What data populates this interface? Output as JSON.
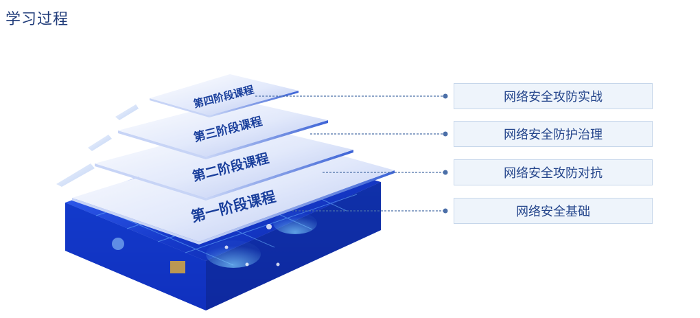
{
  "page": {
    "title": "学习过程"
  },
  "stages": [
    {
      "layer_label": "第四阶段课程",
      "description": "网络安全攻防实战"
    },
    {
      "layer_label": "第三阶段课程",
      "description": "网络安全防护治理"
    },
    {
      "layer_label": "第二阶段课程",
      "description": "网络安全攻防对抗"
    },
    {
      "layer_label": "第一阶段课程",
      "description": "网络安全基础"
    }
  ],
  "colors": {
    "title": "#1e3a78",
    "connector": "#4b6fa8",
    "box_fill": "#eef4fb",
    "box_border": "#c6d6ea",
    "box_text": "#25468c",
    "layer_text": "#1a3f9c",
    "base_deep": "#0f2fb8",
    "base_glow": "#3aa0ff"
  }
}
